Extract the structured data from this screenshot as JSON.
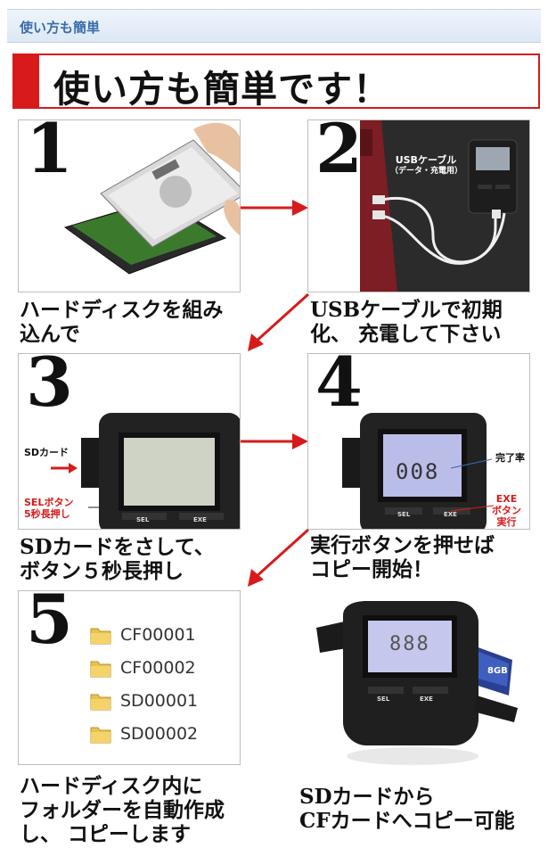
{
  "section": {
    "title": "使い方も簡単"
  },
  "headline": {
    "text": "使い方も簡単です！"
  },
  "steps": [
    {
      "number": "1",
      "caption_line1": "ハードディスクを組み",
      "caption_line2": "込んで"
    },
    {
      "number": "2",
      "caption_line1": "USBケーブルで初期",
      "caption_line2": "化、 充電して下さい",
      "usb_label_line1": "USBケーブル",
      "usb_label_line2": "（データ・充電用）"
    },
    {
      "number": "3",
      "caption_line1": "SDカードをさして、",
      "caption_line2": "ボタン５秒長押し",
      "sd_label": "SDカード",
      "sel_label_line1": "SELボタン",
      "sel_label_line2": "5秒長押し",
      "btn_sel": "SEL",
      "btn_exe": "EXE"
    },
    {
      "number": "4",
      "caption_line1": "実行ボタンを押せば",
      "caption_line2": "コピー開始！",
      "display_value": "008",
      "rate_label": "完了率",
      "exe_label_line1": "EXE",
      "exe_label_line2": "ボタン",
      "exe_label_line3": "実行",
      "btn_sel": "SEL",
      "btn_exe": "EXE"
    },
    {
      "number": "5",
      "caption_line1": "ハードディスク内に",
      "caption_line2": "フォルダーを自動作成",
      "caption_line3": "し、 コピーします",
      "folders": [
        "CF00001",
        "CF00002",
        "SD00001",
        "SD00002"
      ]
    },
    {
      "caption_line1": "SDカードから",
      "caption_line2": "CFカードへコピー可能",
      "display_value": "888",
      "btn_sel": "SEL",
      "btn_exe": "EXE",
      "card_label": "8GB"
    }
  ],
  "colors": {
    "accent": "#d81a1a",
    "section_text": "#3a6cab",
    "device": "#222222",
    "lcd": "#cfd3c5",
    "lcd_blue": "#b9bde8"
  }
}
